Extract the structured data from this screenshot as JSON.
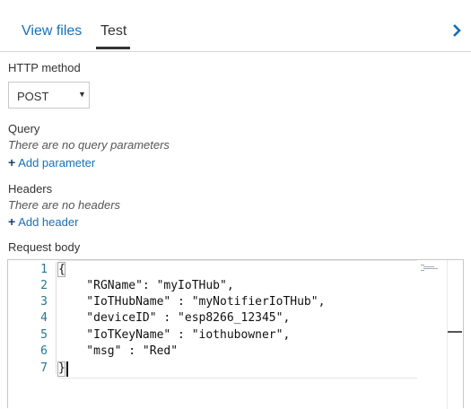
{
  "tabs": [
    {
      "label": "View files"
    },
    {
      "label": "Test"
    }
  ],
  "icons": {
    "expand": "chevron-right-icon",
    "add": "plus-icon",
    "dropdown": "caret-down-icon"
  },
  "http_method": {
    "label": "HTTP method",
    "selected": "POST",
    "caret": "▼"
  },
  "query": {
    "label": "Query",
    "empty_text": "There are no query parameters",
    "add_label": "Add parameter"
  },
  "headers": {
    "label": "Headers",
    "empty_text": "There are no headers",
    "add_label": "Add header"
  },
  "request_body": {
    "label": "Request body",
    "line_numbers": [
      "1",
      "2",
      "3",
      "4",
      "5",
      "6",
      "7"
    ],
    "lines": [
      "{",
      "    \"RGName\": \"myIoTHub\",",
      "    \"IoTHubName\" : \"myNotifierIoTHub\",",
      "    \"deviceID\" : \"esp8266_12345\",",
      "    \"IoTKeyName\" : \"iothubowner\",",
      "    \"msg\" : \"Red\"",
      "}"
    ]
  },
  "colors": {
    "accent": "#1570b8",
    "line_number": "#237893",
    "plus": "#1a3f73"
  }
}
